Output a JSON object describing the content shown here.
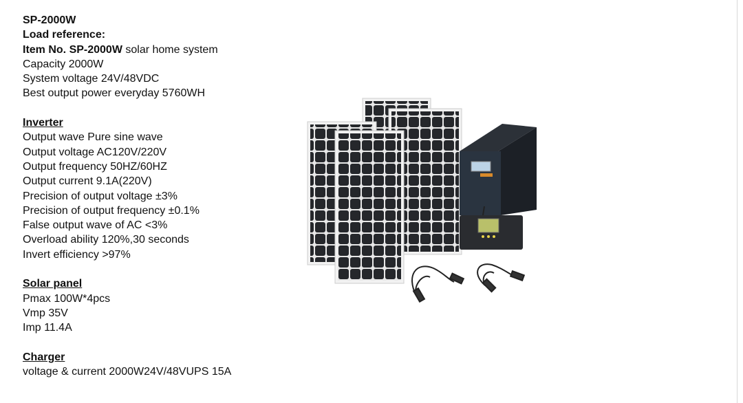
{
  "header": {
    "model": "SP-2000W",
    "load_reference": "Load reference:",
    "item_label": "Item No. SP-2000W",
    "item_desc": " solar home system",
    "lines": [
      "Capacity 2000W",
      "System voltage 24V/48VDC",
      "Best output power everyday 5760WH"
    ]
  },
  "sections": [
    {
      "title": "Inverter",
      "lines": [
        "Output wave Pure sine wave",
        "Output voltage AC120V/220V",
        "Output frequency 50HZ/60HZ",
        "Output current 9.1A(220V)",
        "Precision of output voltage ±3%",
        "Precision of output frequency ±0.1%",
        "False output wave of AC <3%",
        "Overload ability 120%,30 seconds",
        "Invert efficiency >97%"
      ]
    },
    {
      "title": "Solar panel",
      "lines": [
        "Pmax 100W*4pcs",
        "Vmp 35V",
        "Imp 11.4A"
      ]
    },
    {
      "title": "Charger",
      "lines": [
        "voltage & current 2000W24V/48VUPS 15A"
      ]
    }
  ]
}
